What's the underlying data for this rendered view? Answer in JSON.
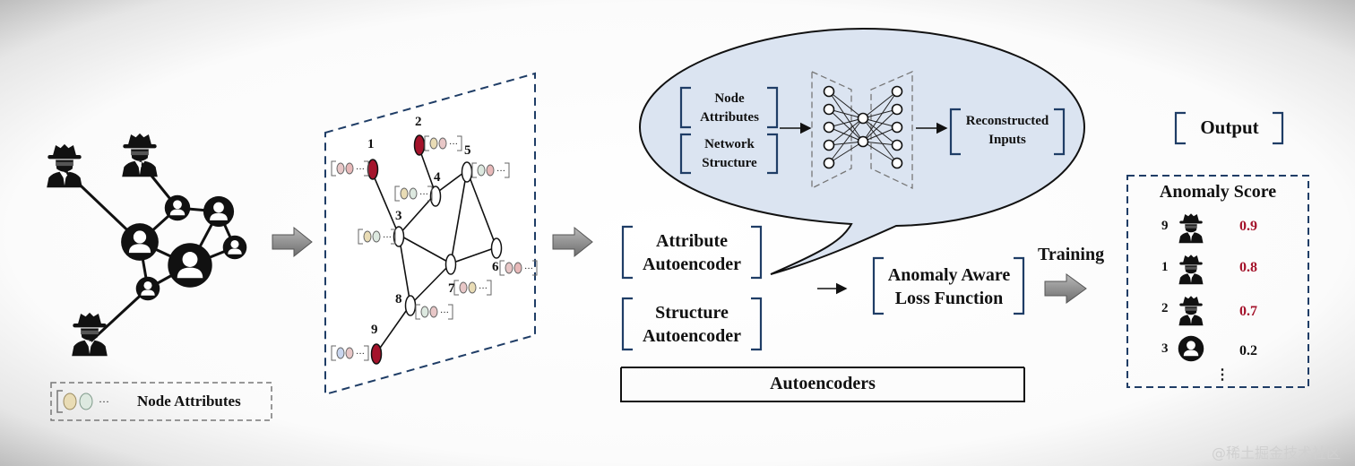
{
  "node_attributes_legend": "Node Attributes",
  "graph_node_labels": [
    "1",
    "2",
    "3",
    "4",
    "5",
    "6",
    "7",
    "8",
    "9"
  ],
  "speech_bubble": {
    "input_node_attributes": "Node\nAttributes",
    "input_network_structure": "Network\nStructure",
    "reconstructed_inputs": "Reconstructed\nInputs"
  },
  "attribute_autoencoder": "Attribute\nAutoencoder",
  "structure_autoencoder": "Structure\nAutoencoder",
  "autoencoders": "Autoencoders",
  "loss_function": "Anomaly Aware\nLoss Function",
  "training": "Training",
  "output": "Output",
  "anomaly_score_title": "Anomaly Score",
  "scores": [
    {
      "node": "9",
      "score": "0.9",
      "icon": "spy-icon",
      "color": "#a4132b"
    },
    {
      "node": "1",
      "score": "0.8",
      "icon": "spy-icon",
      "color": "#a4132b"
    },
    {
      "node": "2",
      "score": "0.7",
      "icon": "spy-icon",
      "color": "#a4132b"
    },
    {
      "node": "3",
      "score": "0.2",
      "icon": "user-icon",
      "color": "#111111"
    }
  ],
  "more_scores": "⋮",
  "watermark": "@稀土掘金技术社区",
  "colors": {
    "bracket": "#1f3d66",
    "anomaly": "#a4132b",
    "arrow": "#8a8a8a"
  }
}
